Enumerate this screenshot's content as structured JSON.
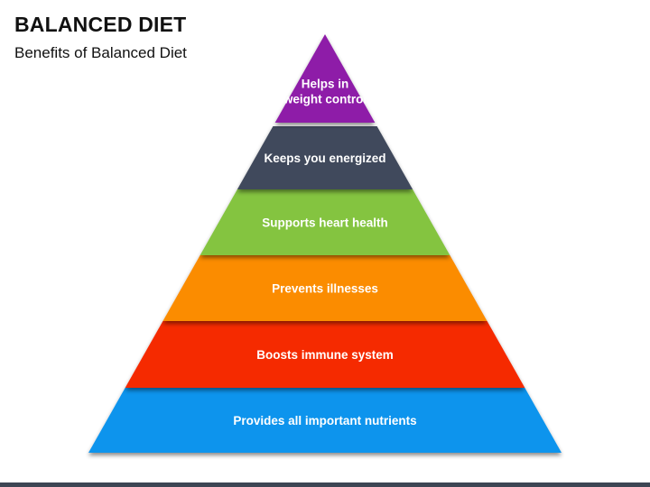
{
  "header": {
    "title": "BALANCED DIET",
    "subtitle": "Benefits of Balanced Diet"
  },
  "pyramid": {
    "tiers": [
      {
        "lines": [
          "Helps in",
          "weight control"
        ],
        "color": "#8e1fa8"
      },
      {
        "lines": [
          "Keeps you energized"
        ],
        "color": "#3f4a5c"
      },
      {
        "lines": [
          "Supports heart health"
        ],
        "color": "#84c441"
      },
      {
        "lines": [
          "Prevents illnesses"
        ],
        "color": "#fb8c00"
      },
      {
        "lines": [
          "Boosts immune system"
        ],
        "color": "#f52a02"
      },
      {
        "lines": [
          "Provides all important nutrients"
        ],
        "color": "#0b94ed"
      }
    ]
  },
  "footer": {
    "bar_color": "#3d4553"
  }
}
